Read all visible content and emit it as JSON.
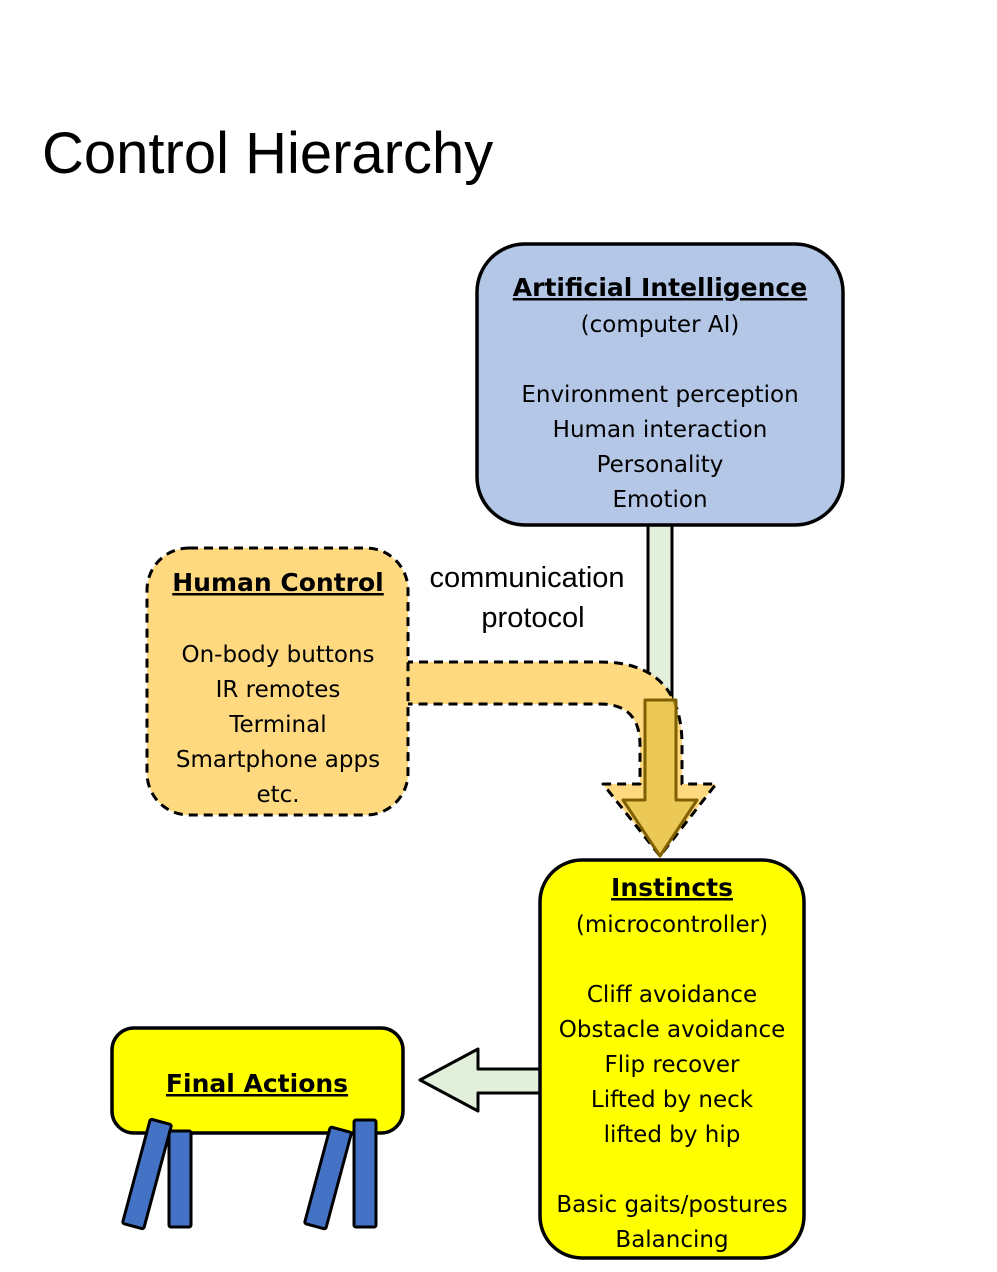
{
  "title": "Control Hierarchy",
  "ai_box": {
    "heading": "Artificial Intelligence",
    "subtitle": "(computer AI)",
    "items": [
      "Environment perception",
      "Human interaction",
      "Personality",
      "Emotion"
    ],
    "fill": "#b4c7e7"
  },
  "human_box": {
    "heading": "Human Control",
    "items": [
      "On-body buttons",
      "IR remotes",
      "Terminal",
      "Smartphone apps",
      "etc."
    ],
    "fill": "#ffd980"
  },
  "protocol_label": [
    "communication",
    "protocol"
  ],
  "instincts_box": {
    "heading": "Instincts",
    "subtitle": "(microcontroller)",
    "items": [
      "Cliff avoidance",
      "Obstacle avoidance",
      "Flip recover",
      "Lifted by neck",
      "lifted by hip",
      "",
      "Basic gaits/postures",
      "Balancing"
    ],
    "fill": "#ffff00"
  },
  "actions_box": {
    "heading": "Final Actions",
    "fill": "#ffff00",
    "leg_color": "#4472c4"
  },
  "arrow_fill": "#e2efda"
}
